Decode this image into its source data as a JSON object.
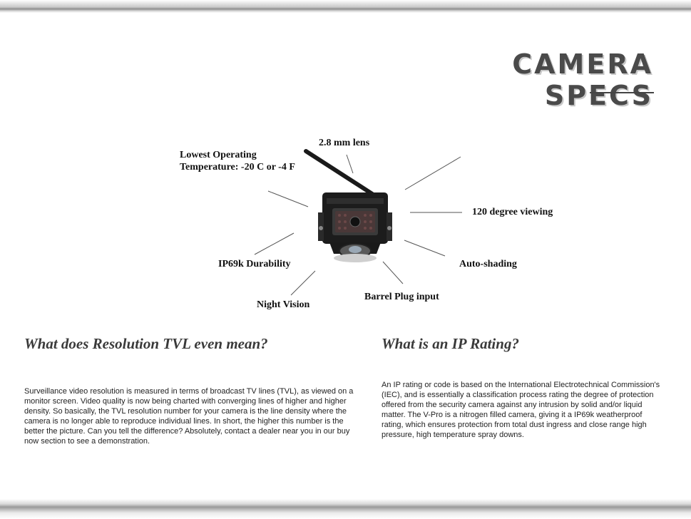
{
  "page_title": "Camera Specs",
  "specs": {
    "lens": "2.8 mm lens",
    "temp_line1": "Lowest Operating",
    "temp_line2": "Temperature: -20 C or -4 F",
    "viewing": "120 degree viewing",
    "shading": "Auto-shading",
    "durability": "IP69k Durability",
    "barrel": "Barrel Plug input",
    "night": "Night Vision"
  },
  "sections": [
    {
      "heading": "What does Resolution TVL even mean?",
      "body": "Surveillance video resolution is measured in terms of broadcast TV lines (TVL),  as viewed on a monitor screen. Video quality is now being charted with converging lines of higher and higher density. So basically, the TVL resolution number for your camera is the line density where the camera is no longer able to reproduce individual lines. In short, the higher this number is the better the picture.  Can you tell the difference? Absolutely, contact a dealer near you in our buy now section to see a demonstration."
    },
    {
      "heading": "What is an IP Rating?",
      "body": "An IP rating or code is based on the International Electrotechnical Commission's (IEC), and is essentially a classification process rating the degree of protection offered from the security camera against any intrusion by solid and/or liquid matter.   The V-Pro is a nitrogen filled camera, giving it a IP69k weatherproof rating, which ensures protection from total dust ingress and close range high pressure, high temperature spray downs."
    }
  ]
}
